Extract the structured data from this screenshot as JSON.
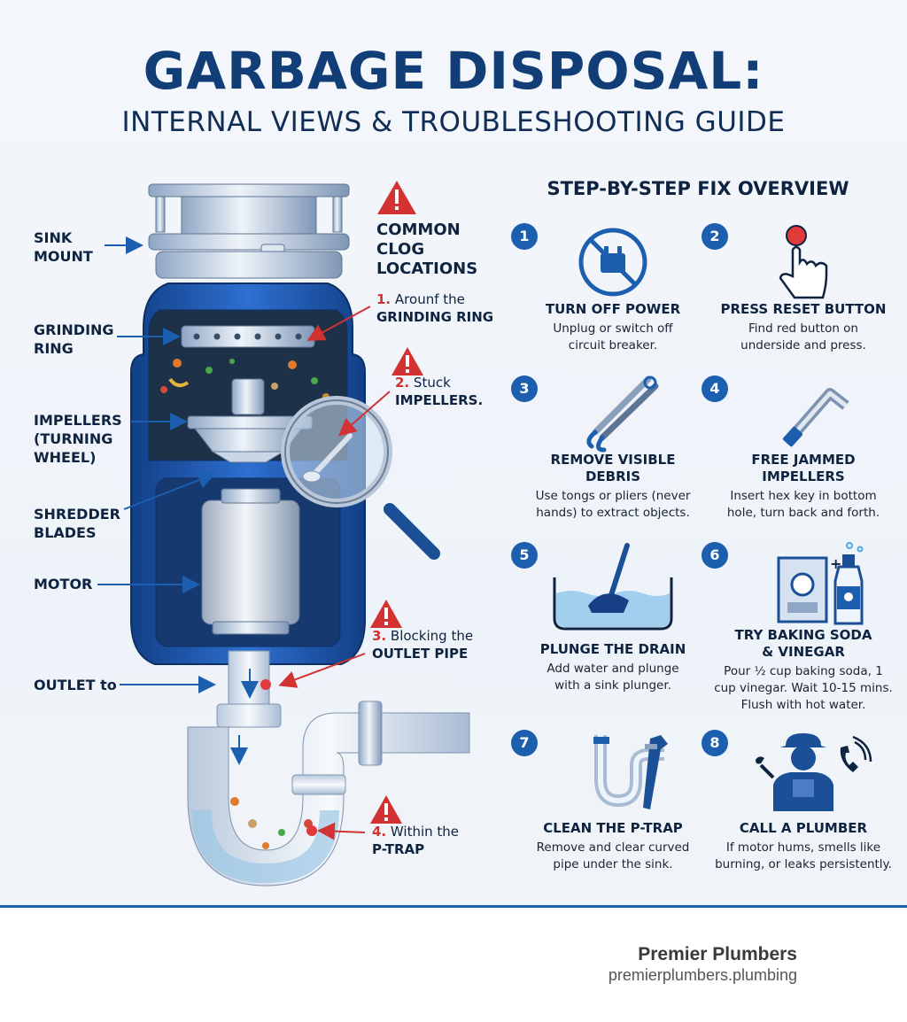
{
  "header": {
    "title": "GARBAGE DISPOSAL:",
    "subtitle": "INTERNAL VIEWS & TROUBLESHOOTING GUIDE"
  },
  "diagram": {
    "parts": {
      "sink_mount": "SINK\nMOUNT",
      "grinding_ring": "GRINDING\nRING",
      "impellers": "IMPELLERS\n(TURNING\nWHEEL)",
      "shredder_blades": "SHREDDER\nBLADES",
      "motor": "MOTOR",
      "outlet": "OUTLET to"
    },
    "clog_title": "COMMON\nCLOG\nLOCATIONS",
    "clogs": [
      {
        "num": "1.",
        "text": "Arounf the",
        "strong": "GRINDING RING"
      },
      {
        "num": "2.",
        "text": "Stuck",
        "strong": "IMPELLERS."
      },
      {
        "num": "3.",
        "text": "Blocking the",
        "strong": "OUTLET PIPE"
      },
      {
        "num": "4.",
        "text": "Within the",
        "strong": "P-TRAP"
      }
    ]
  },
  "steps": {
    "title": "STEP-BY-STEP FIX OVERVIEW",
    "items": [
      {
        "num": "1",
        "title": "TURN OFF POWER",
        "desc": "Unplug or switch off\ncircuit breaker.",
        "icon": "no-power-plug-icon"
      },
      {
        "num": "2",
        "title": "PRESS RESET BUTTON",
        "desc": "Find red button on\nunderside and press.",
        "icon": "reset-button-finger-icon"
      },
      {
        "num": "3",
        "title": "REMOVE VISIBLE\nDEBRIS",
        "desc": "Use tongs or pliers (never\nhands) to extract objects.",
        "icon": "tongs-icon"
      },
      {
        "num": "4",
        "title": "FREE JAMMED\nIMPELLERS",
        "desc": "Insert hex key in bottom\nhole, turn back and forth.",
        "icon": "hex-key-icon"
      },
      {
        "num": "5",
        "title": "PLUNGE THE DRAIN",
        "desc": "Add water and plunge\nwith a sink plunger.",
        "icon": "plunger-icon"
      },
      {
        "num": "6",
        "title": "TRY BAKING SODA\n& VINEGAR",
        "desc": "Pour ½ cup baking soda, 1\ncup vinegar. Wait 10-15 mins.\nFlush with hot water.",
        "icon": "baking-soda-vinegar-icon"
      },
      {
        "num": "7",
        "title": "CLEAN THE P-TRAP",
        "desc": "Remove and clear curved\npipe under the sink.",
        "icon": "p-trap-wrench-icon"
      },
      {
        "num": "8",
        "title": "CALL A PLUMBER",
        "desc": "If motor hums, smells like\nburning, or leaks persistently.",
        "icon": "plumber-phone-icon"
      }
    ]
  },
  "footer": {
    "brand": "Premier Plumbers",
    "site": "premierplumbers.plumbing"
  },
  "colors": {
    "navy": "#123e78",
    "accent_blue": "#1b5fae",
    "alert_red": "#d23232",
    "steel": "#c9d6e6"
  }
}
